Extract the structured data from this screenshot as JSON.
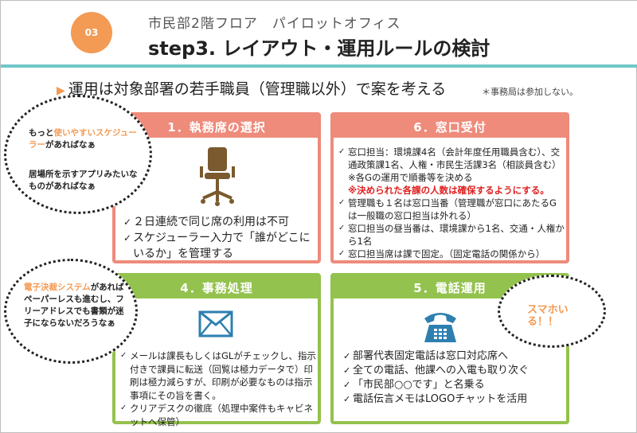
{
  "header": {
    "badge": "03",
    "subtitle": "市民部2階フロア　パイロットオフィス",
    "title": "step3.  レイアウト・運用ルールの検討"
  },
  "lead": {
    "marker": "▶",
    "text": "運用は対象部署の若手職員（管理職以外）で案を考える",
    "note": "＊事務局は参加しない。"
  },
  "panels": {
    "p1": {
      "title": "1．執務席の選択",
      "icon": "office-chair-icon",
      "items": [
        "２日連続で同じ席の利用は不可",
        "スケジューラー入力で「誰がどこにいるか」を管理する"
      ]
    },
    "p6": {
      "title": "6．窓口受付",
      "items": [
        "窓口担当：環境課4名（会計年度任用職員含む）、交通政策課1名、人権・市民生活課3名（相談員含む）",
        "管理職も１名は窓口当番（管理職が窓口にあたるGは一般職の窓口担当は外れる）",
        "窓口担当の昼当番は、環境課から1名、交通・人権から1名",
        "窓口担当席は課で固定。（固定電話の関係から）"
      ],
      "sub1": "※各Gの運用で順番等を決める",
      "alert": "※決められた各課の人数は確保するようにする。"
    },
    "p4": {
      "title": "4．事務処理",
      "icon": "envelope-icon",
      "items": [
        "メールは課長もしくはGLがチェックし、指示付きで課員に転送（回覧は極力データで）印刷は極力減らすが、印刷が必要なものは指示事項にその旨を書く。",
        "クリアデスクの徹底（処理中案件もキャビネットへ保管）"
      ]
    },
    "p5": {
      "title": "5．電話運用",
      "icon": "telephone-icon",
      "items": [
        "部署代表固定電話は窓口対応席へ",
        "全ての電話、他課への入電も取り次ぐ",
        "「市民部○○です」と名乗る",
        "電話伝言メモはLOGOチャットを活用"
      ]
    }
  },
  "clouds": {
    "c1": {
      "line1_pre": "もっと",
      "line1_hl": "使いやすいスケジューラー",
      "line1_post": "があればなぁ",
      "line2": "居場所を示すアプリみたいなものがあればなぁ"
    },
    "c2": {
      "hl": "電子決裁システム",
      "post": "があればペーパーレスも進むし、フリーアドレスでも書類が迷子にならないだろうなぁ"
    },
    "c3": {
      "text": "スマホいる！！"
    }
  },
  "colors": {
    "accent_orange": "#f39a54",
    "teal_rule": "#6fc7c7",
    "panel_red": "#ee8b7b",
    "panel_green": "#94c24e",
    "icon_blue": "#2e7fb0",
    "alert_red": "#e02020"
  }
}
